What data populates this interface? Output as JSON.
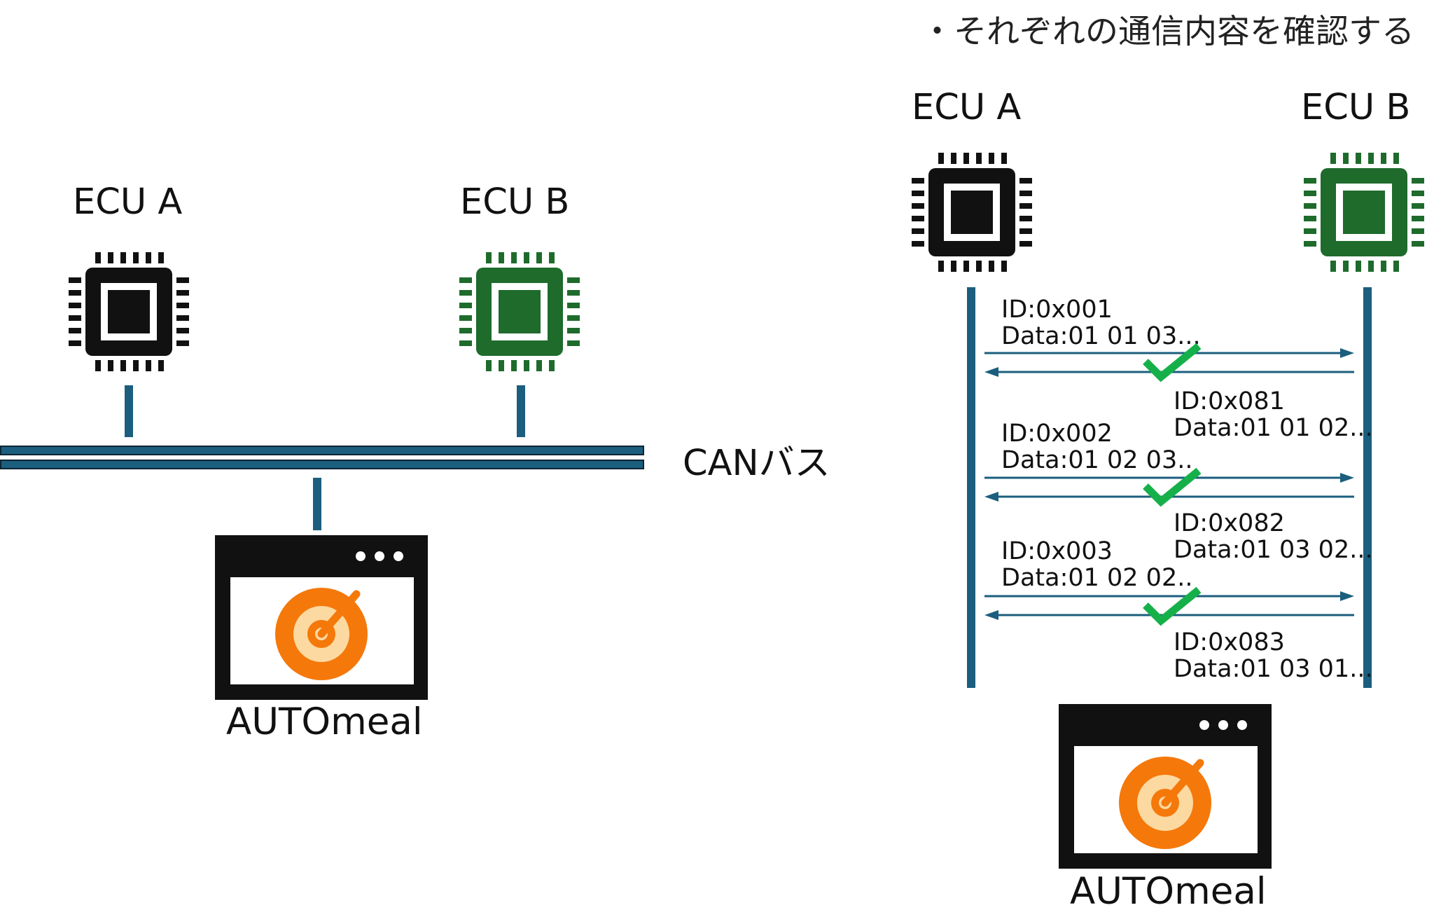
{
  "heading": "・それぞれの通信内容を確認する",
  "colors": {
    "ecu_a": "#111111",
    "ecu_b": "#1e6b2c",
    "bus": "#1b5e7e",
    "app_icon": "#f5780a",
    "app_icon_inner": "#fcd9a0",
    "check": "#16b04a"
  },
  "left": {
    "ecu_a": {
      "label": "ECU A",
      "icon": "chip-icon"
    },
    "ecu_b": {
      "label": "ECU B",
      "icon": "chip-icon"
    },
    "bus_label": "CANバス",
    "app": {
      "label": "AUTOmeal",
      "icon": "app-window-icon"
    }
  },
  "right": {
    "ecu_a": {
      "label": "ECU A",
      "icon": "chip-icon"
    },
    "ecu_b": {
      "label": "ECU B",
      "icon": "chip-icon"
    },
    "exchanges": [
      {
        "request": {
          "id": "ID:0x001",
          "data": "Data:01 01 03..."
        },
        "response": {
          "id": "ID:0x081",
          "data": "Data:01 01 02..."
        },
        "status": "check-icon"
      },
      {
        "request": {
          "id": "ID:0x002",
          "data": "Data:01 02 03.."
        },
        "response": {
          "id": "ID:0x082",
          "data": "Data:01 03 02..."
        },
        "status": "check-icon"
      },
      {
        "request": {
          "id": "ID:0x003",
          "data": "Data:01 02 02.."
        },
        "response": {
          "id": "ID:0x083",
          "data": "Data:01 03 01..."
        },
        "status": "check-icon"
      }
    ],
    "app": {
      "label": "AUTOmeal",
      "icon": "app-window-icon"
    }
  }
}
